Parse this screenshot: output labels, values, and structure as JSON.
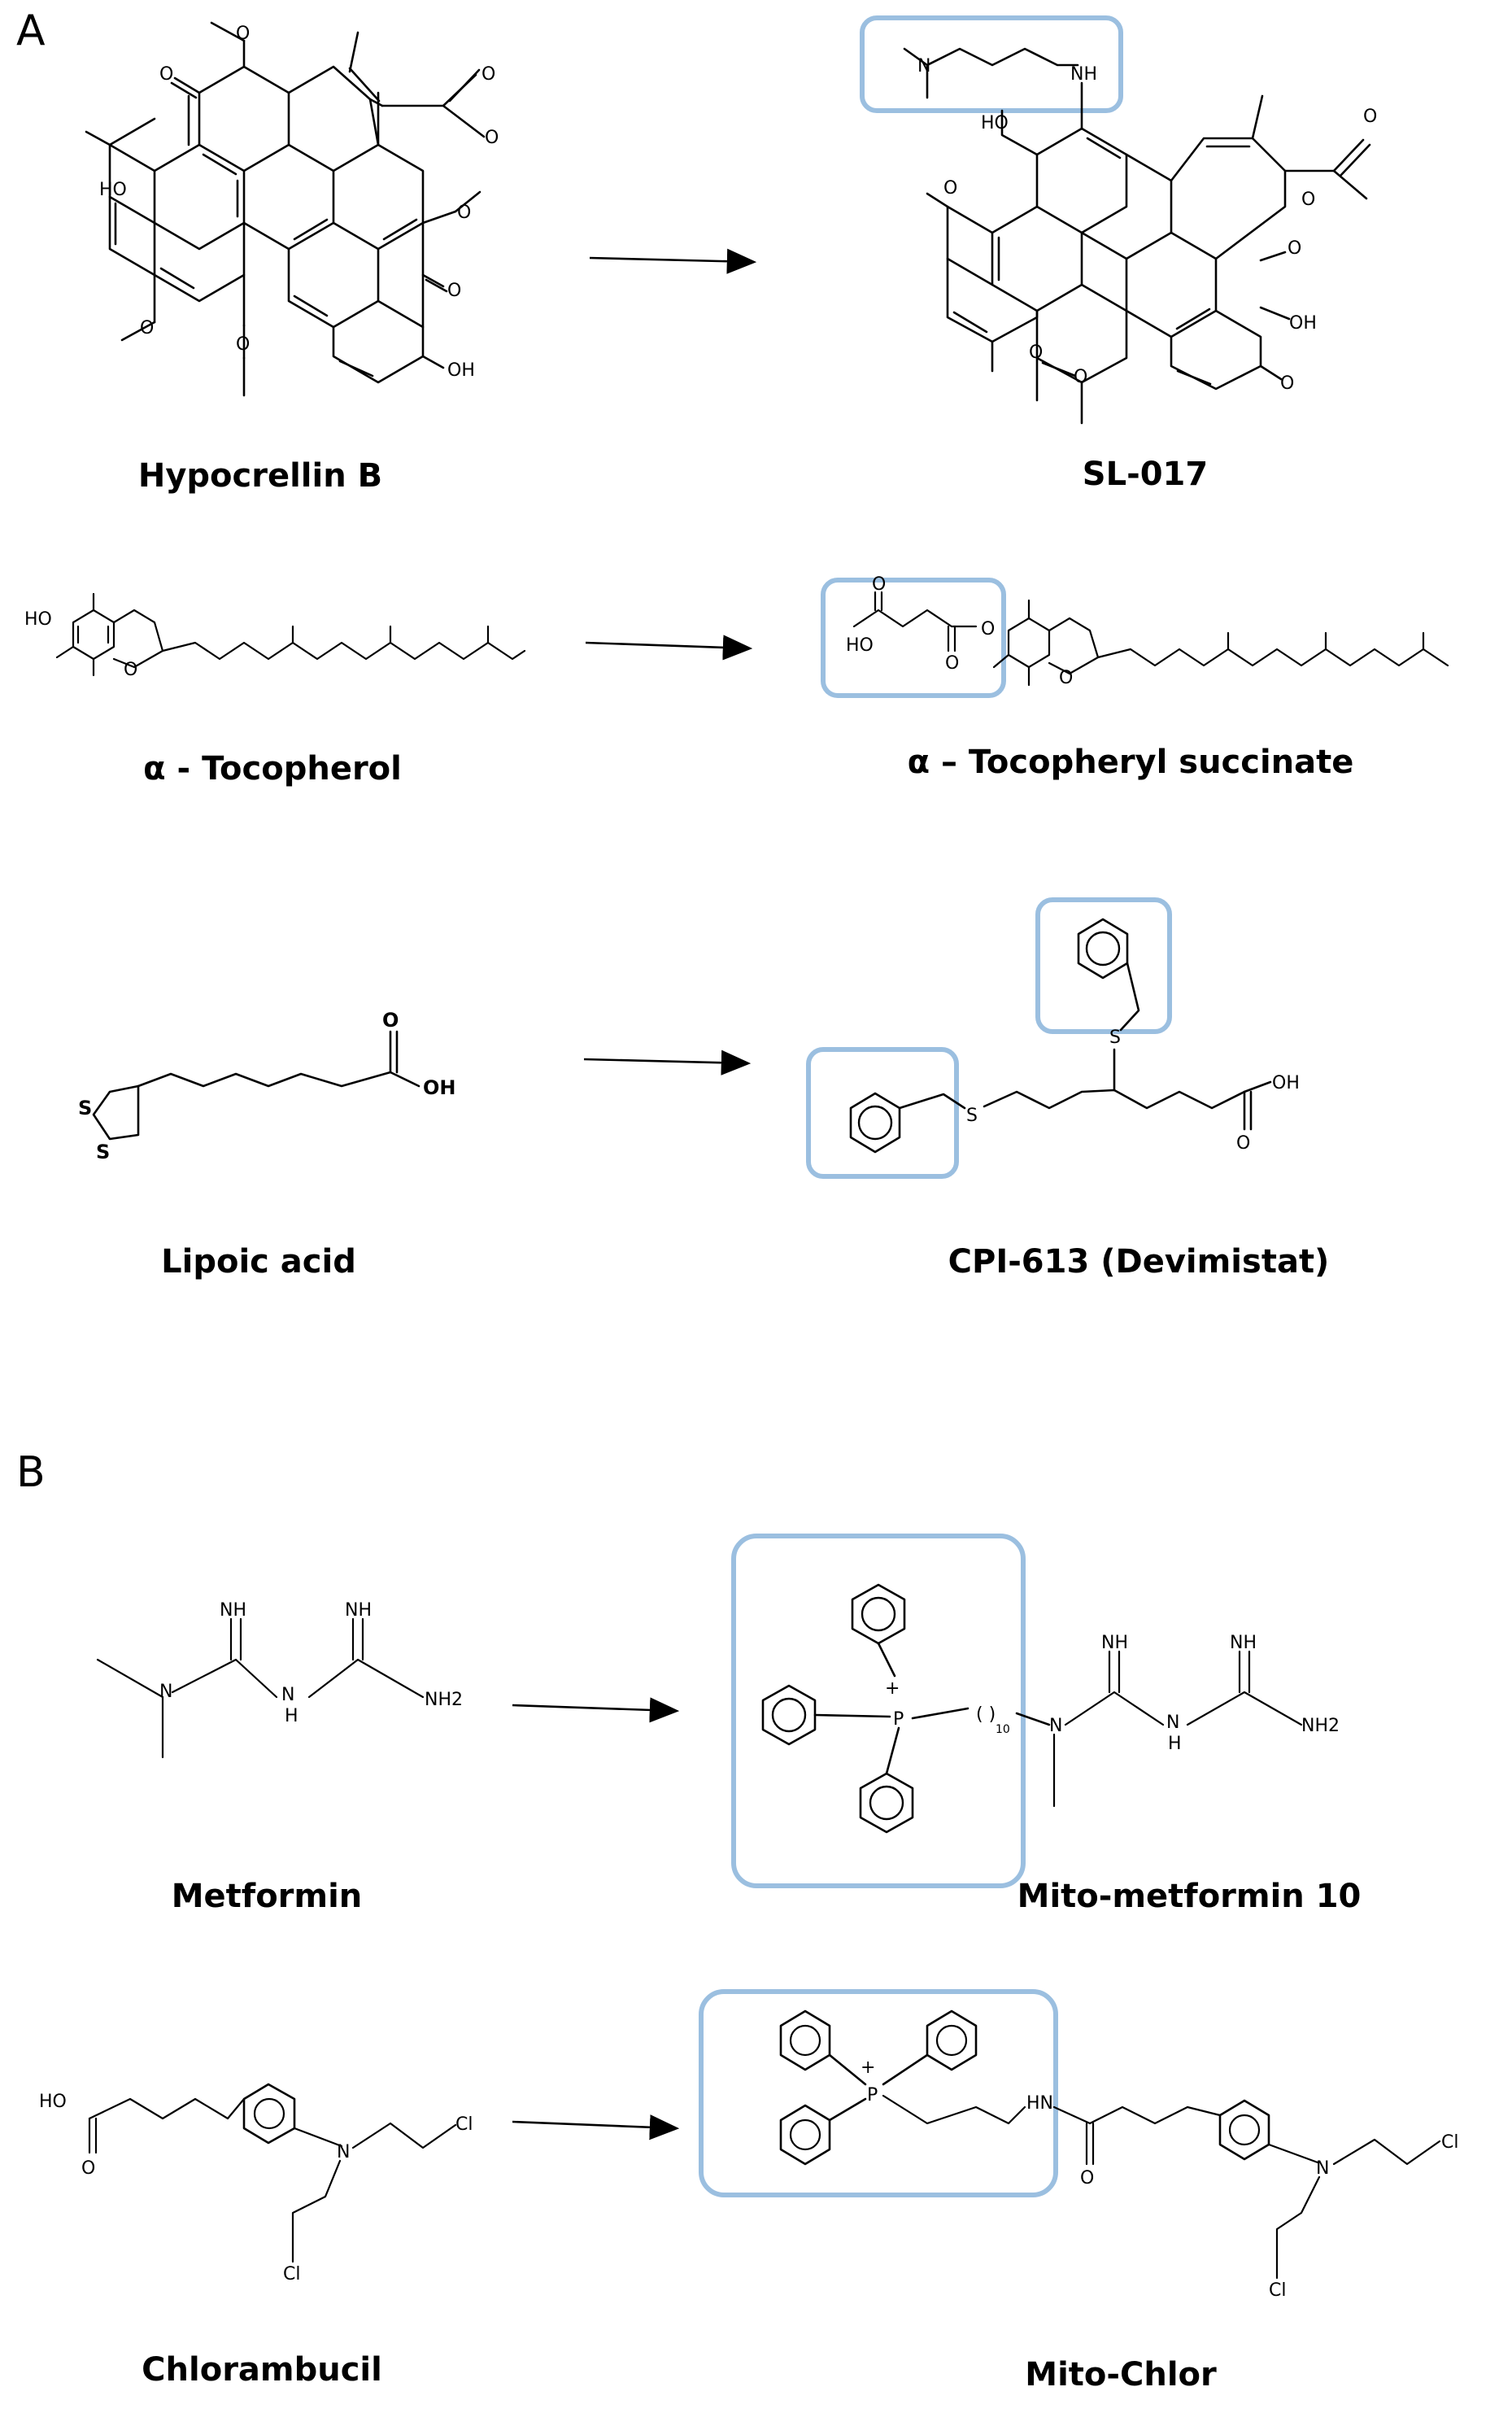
{
  "panels": {
    "a": "A",
    "b": "B"
  },
  "compounds": {
    "hypocrellin": "Hypocrellin B",
    "sl017": "SL-017",
    "tocopherol": "α - Tocopherol",
    "tocopheryl_succinate": "α – Tocopheryl succinate",
    "lipoic": "Lipoic acid",
    "cpi613": "CPI-613 (Devimistat)",
    "metformin": "Metformin",
    "mito_metformin": "Mito-metformin 10",
    "chlorambucil": "Chlorambucil",
    "mito_chlor": "Mito-Chlor"
  },
  "atoms": {
    "O": "O",
    "HO": "HO",
    "OH": "OH",
    "N": "N",
    "NH": "NH",
    "NH2": "NH2",
    "H": "H",
    "S": "S",
    "P": "P",
    "Cl": "Cl",
    "HN": "HN",
    "n10": "10",
    "plus": "+",
    "paren": "( )"
  },
  "colors": {
    "highlight_box": "#9bbfe0"
  }
}
